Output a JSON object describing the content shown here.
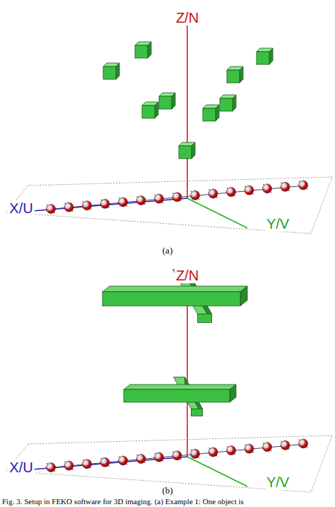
{
  "diagram": {
    "caption": "Fig. 3. Setup in FEKO software for 3D imaging. (a) Example 1: One object is",
    "labels": [
      "Z/N",
      "X/U",
      "Y/V",
      "(a)",
      "Z/N",
      "X/U",
      "Y/V",
      "(b)"
    ]
  }
}
